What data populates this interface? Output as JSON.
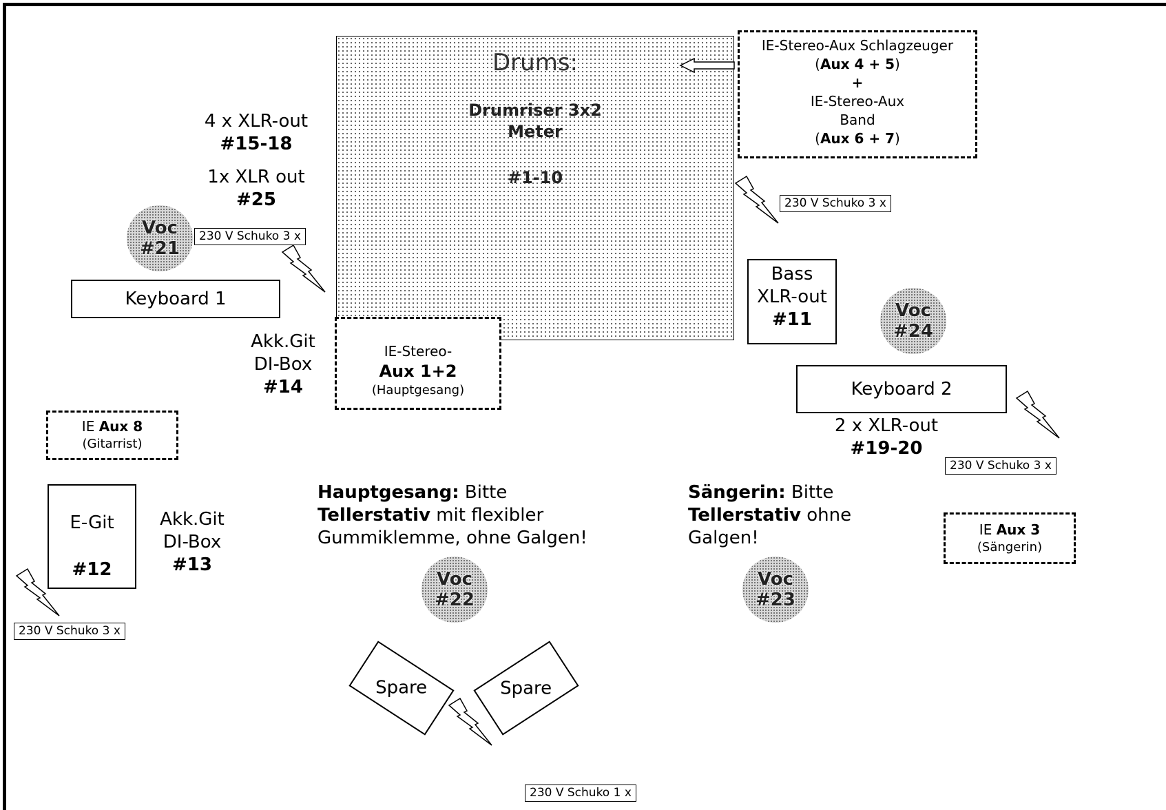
{
  "drums": {
    "title": "Drums:",
    "riser_line1": "Drumriser 3x2",
    "riser_line2": "Meter",
    "channels": "#1-10"
  },
  "drum_ie": {
    "line1": "IE-Stereo-Aux Schlagzeuger",
    "line2_open": "(",
    "line2_bold": "Aux 4 + 5",
    "line2_close": ")",
    "plus": "+",
    "line3": "IE-Stereo-Aux",
    "line4": "Band",
    "line5_open": "(",
    "line5_bold": "Aux 6 + 7",
    "line5_close": ")"
  },
  "xlr_keys1": {
    "line1": "4 x XLR-out",
    "line2": "#15-18"
  },
  "xlr_25": {
    "line1": "1x XLR out",
    "line2": "#25"
  },
  "voc21": {
    "line1": "Voc",
    "line2": "#21"
  },
  "voc22": {
    "line1": "Voc",
    "line2": "#22"
  },
  "voc23": {
    "line1": "Voc",
    "line2": "#23"
  },
  "voc24": {
    "line1": "Voc",
    "line2": "#24"
  },
  "keyboard1": "Keyboard 1",
  "keyboard2": "Keyboard 2",
  "akk14": {
    "line1": "Akk.Git",
    "line2": "DI-Box",
    "line3": "#14"
  },
  "akk13": {
    "line1": "Akk.Git",
    "line2": "DI-Box",
    "line3": "#13"
  },
  "ie_main": {
    "line1": "IE-Stereo-",
    "line2": "Aux 1+2",
    "line3": "(Hauptgesang)"
  },
  "ie_git": {
    "prefix": "IE ",
    "bold": "Aux 8",
    "line2": "(Gitarrist)"
  },
  "ie_saeng": {
    "prefix": "IE ",
    "bold": "Aux 3",
    "line2": "(Sängerin)"
  },
  "egit": {
    "label": "E-Git",
    "channel": "#12"
  },
  "bass": {
    "line1": "Bass",
    "line2": "XLR-out",
    "line3": "#11"
  },
  "xlr_keys2": {
    "line1": "2 x XLR-out",
    "line2": "#19-20"
  },
  "note_main": {
    "b1": "Hauptgesang:",
    "t1": " Bitte",
    "b2": "Tellerstativ",
    "t2": " mit flexibler",
    "t3": "Gummiklemme, ohne Galgen!"
  },
  "note_saeng": {
    "b1": "Sängerin:",
    "t1": " Bitte",
    "b2": "Tellerstativ",
    "t2": " ohne",
    "t3": "Galgen!"
  },
  "spare_left": "Spare",
  "spare_right": "Spare",
  "power": {
    "drums": "230 V Schuko 3 x",
    "voc21": "230 V Schuko 3 x",
    "keys2": "230 V Schuko 3 x",
    "egit": "230 V Schuko 3 x",
    "spare": "230 V Schuko 1 x"
  }
}
